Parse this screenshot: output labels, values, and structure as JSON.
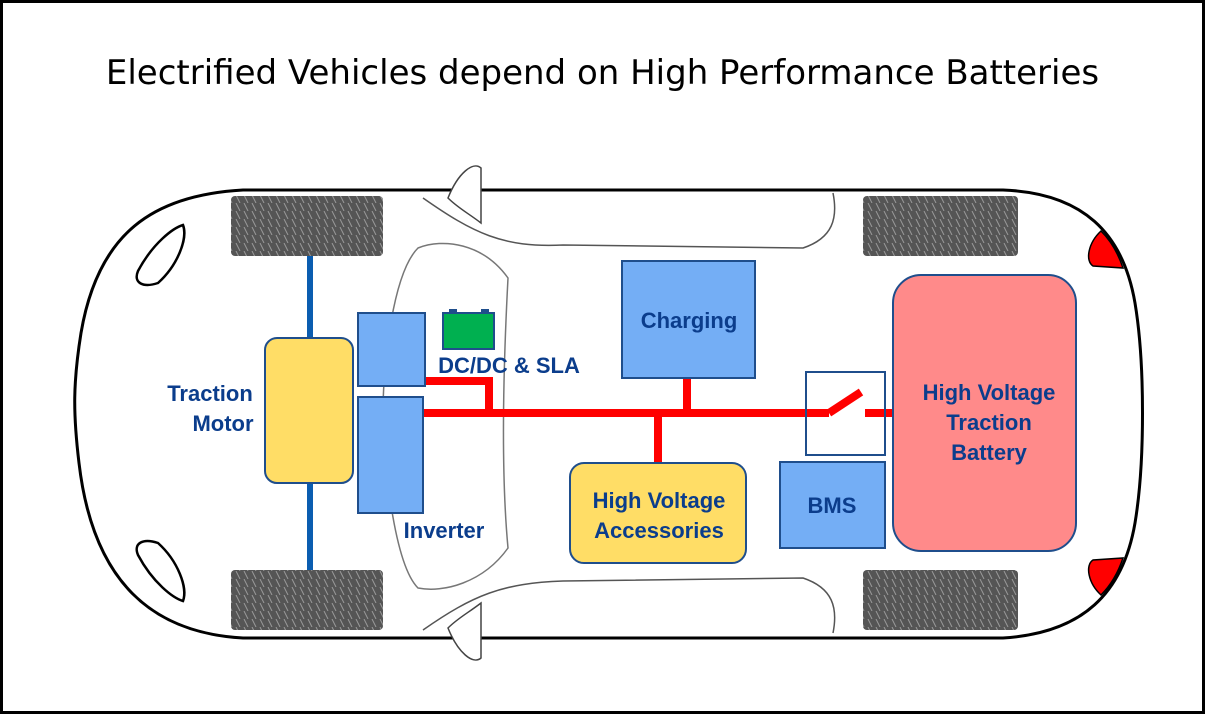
{
  "title": "Electrified Vehicles depend on High Performance Batteries",
  "components": {
    "traction_motor": [
      "Traction",
      "Motor"
    ],
    "dcdc": "DC/DC & SLA",
    "inverter": "Inverter",
    "charging": "Charging",
    "accessories": [
      "High Voltage",
      "Accessories"
    ],
    "bms": "BMS",
    "battery": [
      "High Voltage",
      "Traction",
      "Battery"
    ]
  },
  "colors": {
    "hv_line": "#ff0000",
    "axle": "#0b5db0",
    "blue_box": "#74aef5",
    "yellow_box": "#ffdd66",
    "battery_fill": "#ff8a8a",
    "label": "#0b3d8c",
    "sla_battery": "#00b050"
  }
}
